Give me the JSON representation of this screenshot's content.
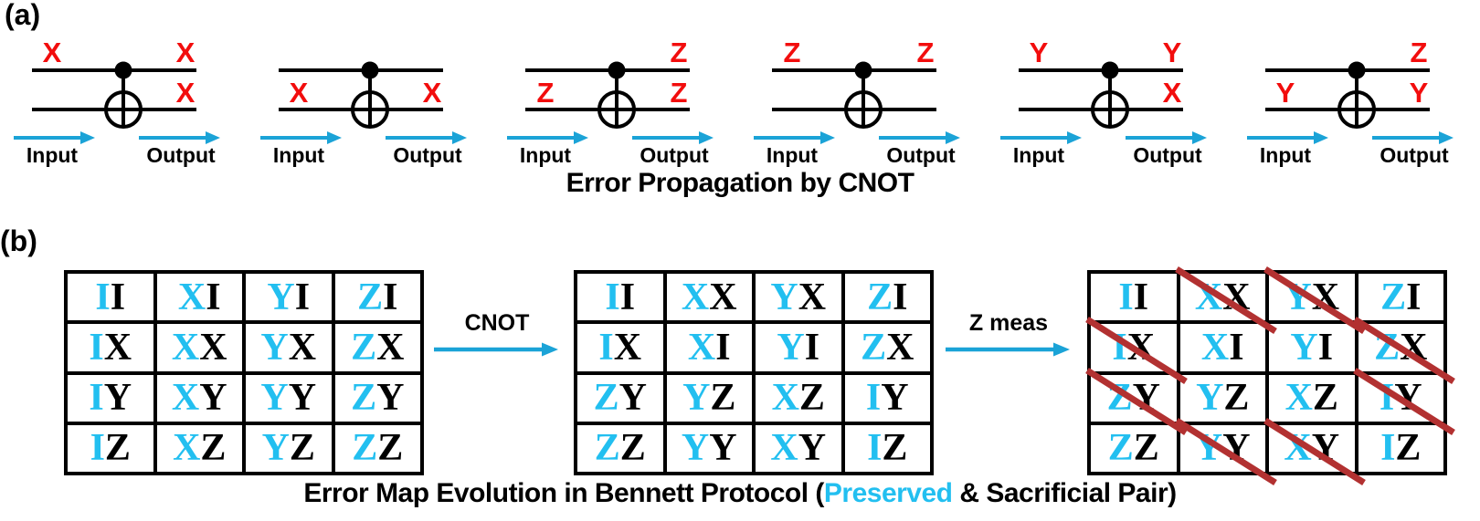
{
  "panel_a": {
    "label": "(a)",
    "caption": "Error Propagation by CNOT",
    "input_label": "Input",
    "output_label": "Output",
    "circuits": [
      {
        "ctrl_in": "X",
        "ctrl_out": "X",
        "tgt_in": "",
        "tgt_out": "X"
      },
      {
        "ctrl_in": "",
        "ctrl_out": "",
        "tgt_in": "X",
        "tgt_out": "X"
      },
      {
        "ctrl_in": "",
        "ctrl_out": "Z",
        "tgt_in": "Z",
        "tgt_out": "Z"
      },
      {
        "ctrl_in": "Z",
        "ctrl_out": "Z",
        "tgt_in": "",
        "tgt_out": ""
      },
      {
        "ctrl_in": "Y",
        "ctrl_out": "Y",
        "tgt_in": "",
        "tgt_out": "X"
      },
      {
        "ctrl_in": "",
        "ctrl_out": "Z",
        "tgt_in": "Y",
        "tgt_out": "Y"
      }
    ]
  },
  "panel_b": {
    "label": "(b)",
    "caption_prefix": "Error Map Evolution in Bennett Protocol (",
    "caption_highlight": "Preserved",
    "caption_suffix": " & Sacrificial Pair)",
    "arrow1_label": "CNOT",
    "arrow2_label": "Z meas",
    "tables": [
      {
        "name": "initial",
        "rows": [
          [
            "II",
            "XI",
            "YI",
            "ZI"
          ],
          [
            "IX",
            "XX",
            "YX",
            "ZX"
          ],
          [
            "IY",
            "XY",
            "YY",
            "ZY"
          ],
          [
            "IZ",
            "XZ",
            "YZ",
            "ZZ"
          ]
        ],
        "struck": []
      },
      {
        "name": "after-cnot",
        "rows": [
          [
            "II",
            "XX",
            "YX",
            "ZI"
          ],
          [
            "IX",
            "XI",
            "YI",
            "ZX"
          ],
          [
            "ZY",
            "YZ",
            "XZ",
            "IY"
          ],
          [
            "ZZ",
            "YY",
            "XY",
            "IZ"
          ]
        ],
        "struck": []
      },
      {
        "name": "after-z-meas",
        "rows": [
          [
            "II",
            "XX",
            "YX",
            "ZI"
          ],
          [
            "IX",
            "XI",
            "YI",
            "ZX"
          ],
          [
            "ZY",
            "YZ",
            "XZ",
            "IY"
          ],
          [
            "ZZ",
            "YY",
            "XY",
            "IZ"
          ]
        ],
        "struck": [
          [
            0,
            1
          ],
          [
            0,
            2
          ],
          [
            1,
            0
          ],
          [
            1,
            3
          ],
          [
            2,
            0
          ],
          [
            2,
            3
          ],
          [
            3,
            1
          ],
          [
            3,
            2
          ]
        ]
      }
    ]
  },
  "colors": {
    "text_cyan": "#22bff0",
    "arrow_cyan": "#1ba3d7",
    "error_red": "#f20d0d",
    "strike_red": "#b23131",
    "ink": "#000000"
  }
}
